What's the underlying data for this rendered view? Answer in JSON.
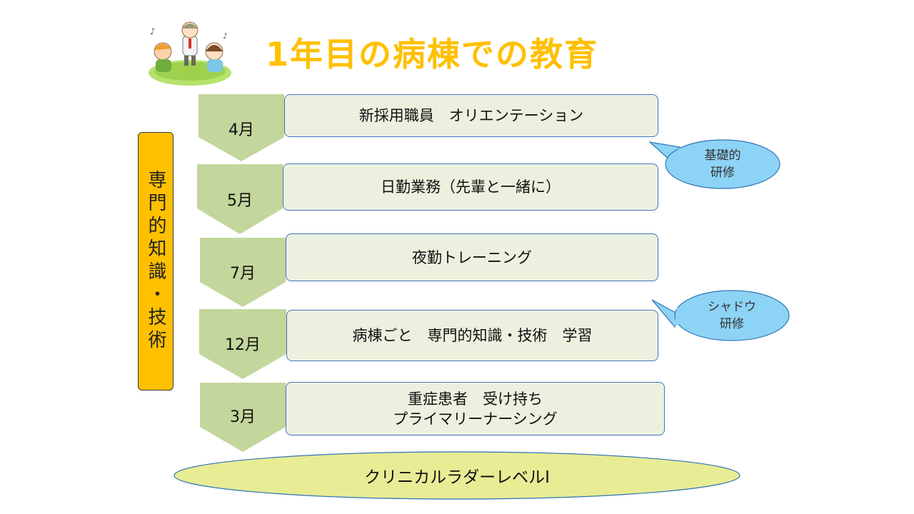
{
  "title": "1年目の病棟での教育",
  "side_label": "専門的知識・技術",
  "steps": [
    {
      "month": "4月",
      "lines": [
        "新採用職員　オリエンテーション"
      ]
    },
    {
      "month": "5月",
      "lines": [
        "日勤業務（先輩と一緒に）"
      ]
    },
    {
      "month": "7月",
      "lines": [
        "夜勤トレーニング"
      ]
    },
    {
      "month": "12月",
      "lines": [
        "病棟ごと　専門的知識・技術　学習"
      ]
    },
    {
      "month": "3月",
      "lines": [
        "重症患者　受け持ち",
        "プライマリーナーシング"
      ]
    }
  ],
  "callouts": [
    {
      "lines": [
        "基礎的",
        "研修"
      ]
    },
    {
      "lines": [
        "シャドウ",
        "研修"
      ]
    }
  ],
  "goal": "クリニカルラダーレベルⅠ",
  "colors": {
    "title": "#ffc000",
    "side_box": "#ffc000",
    "chevron": "#c3d69b",
    "step_box": "#ebf1de",
    "callout": "#8dd3f5",
    "goal": "#e8ec95"
  }
}
